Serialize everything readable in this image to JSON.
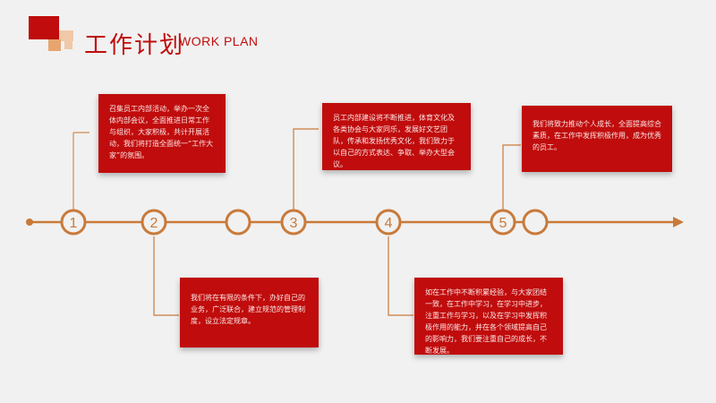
{
  "header": {
    "title": "工作计划",
    "subtitle": "WORK PLAN"
  },
  "colors": {
    "accent": "#c00c0c",
    "timeline": "#c97a3a",
    "logo_light": "#f0c8a8",
    "logo_mid": "#e8a56e"
  },
  "timeline": {
    "milestones": [
      "1",
      "2",
      "",
      "3",
      "4",
      "5",
      ""
    ]
  },
  "cards": [
    {
      "text": "召集员工内部活动，举办一次全体内部会议，全面推进日常工作与组织，大家积极，共计开展活动，我们将打造全面统一“工作大家”的氛围。"
    },
    {
      "text": "我们将在有限的条件下，办好自己的业务，广泛联合，建立规范的管理制度，设立法定规章。"
    },
    {
      "text": "员工内部建设将不断推进，体育文化及各类协会与大家同乐，发展好文艺团队，传承和发扬优秀文化，我们致力于以自己的方式表达、争取、举办大型会议。"
    },
    {
      "text": "如在工作中不断积累经验，与大家团结一致，在工作中学习，在学习中进步，注重工作与学习，以及在学习中发挥积极作用的能力，并在各个领域提高自己的影响力，我们要注重自己的成长，不断发展。"
    },
    {
      "text": "我们将致力推动个人成长，全面提高综合素质，在工作中发挥积极作用，成为优秀的员工。"
    }
  ]
}
